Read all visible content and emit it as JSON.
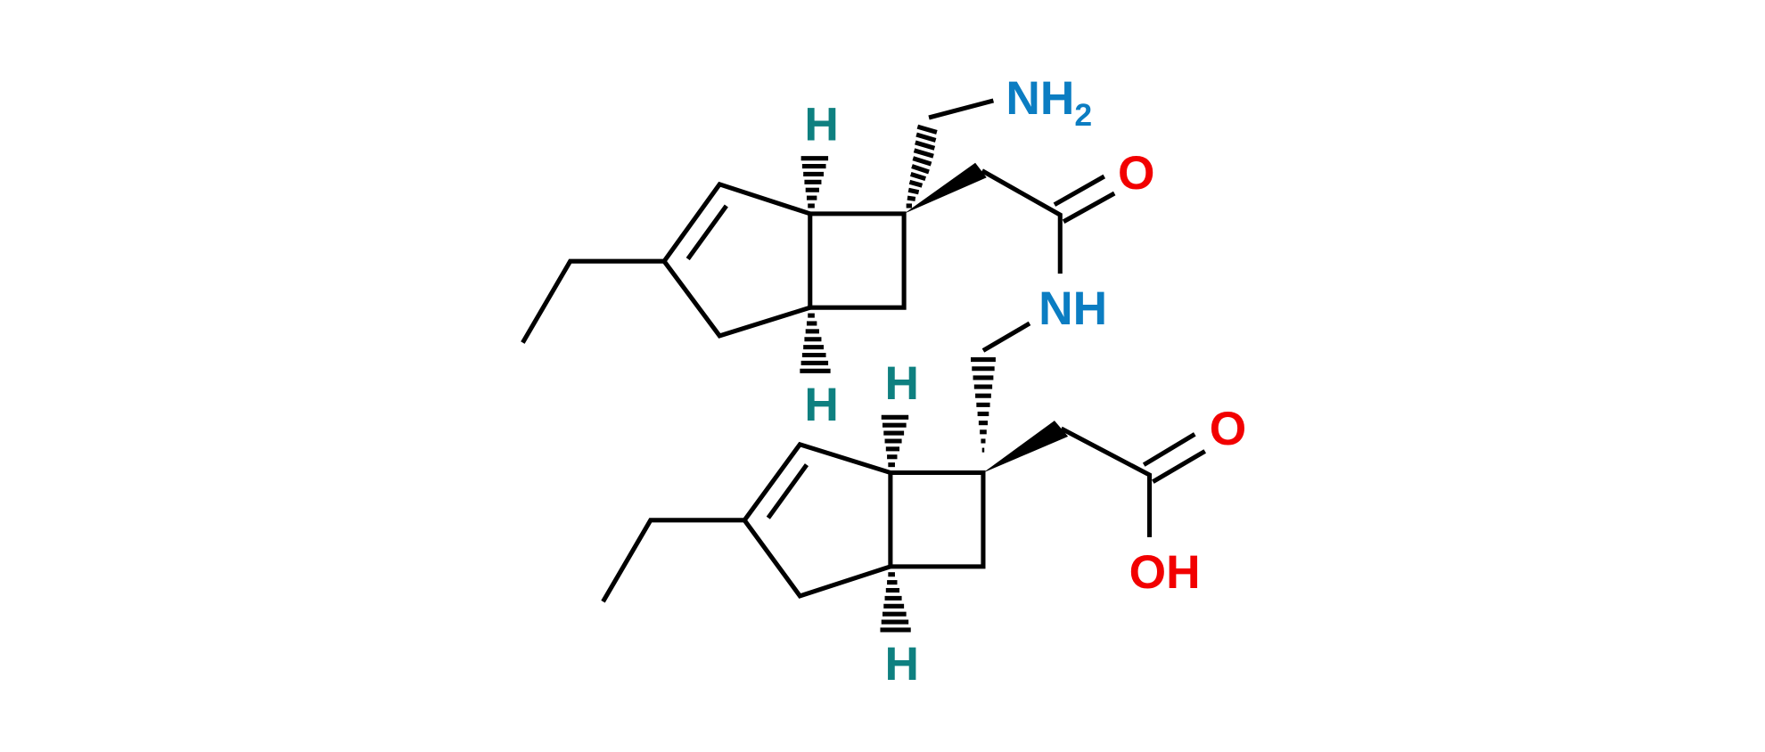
{
  "diagram": {
    "type": "chemical-structure",
    "background": "#ffffff",
    "colors": {
      "bond": "#000000",
      "nitrogen": "#0b7dc2",
      "oxygen": "#f20000",
      "hydrogen_stereo": "#0e8080"
    },
    "labels": {
      "amine": "NH",
      "amine_sub": "2",
      "amide_O": "O",
      "amide_NH": "NH",
      "upper_H_top": "H",
      "upper_H_bottom": "H",
      "lower_H_top": "H",
      "lower_H_bottom": "H",
      "acid_O": "O",
      "acid_OH": "OH"
    },
    "fragments": [
      {
        "name": "upper-bicyclo[3.2.0]heptene",
        "substituents": [
          "ethyl",
          "aminomethyl",
          "acetamide carbonyl"
        ]
      },
      {
        "name": "lower-bicyclo[3.2.0]heptene",
        "substituents": [
          "ethyl",
          "methylene-NH linker",
          "acetic acid"
        ]
      }
    ]
  }
}
